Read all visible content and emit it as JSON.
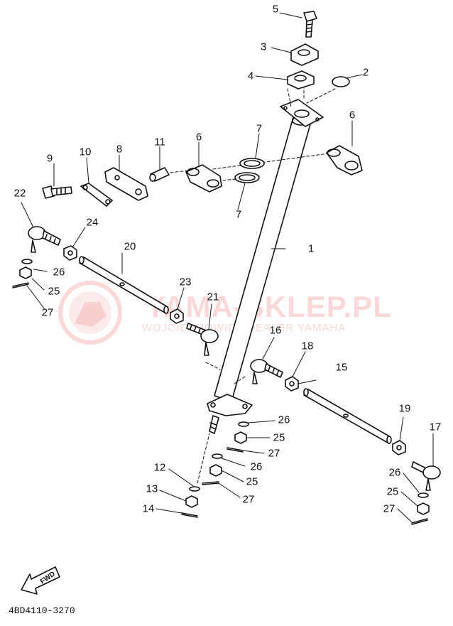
{
  "diagram": {
    "part_number": "4BD4110-3270",
    "fwd_label": "FWD",
    "watermark": {
      "main": "YAMA-SKLEP.PL",
      "sub": "WOJCIECHOWICZ DEALER YAMAHA"
    },
    "colors": {
      "line": "#111111",
      "watermark": "#e02828"
    },
    "callouts": [
      "1",
      "2",
      "3",
      "4",
      "5",
      "6",
      "6",
      "7",
      "7",
      "8",
      "9",
      "10",
      "11",
      "12",
      "13",
      "14",
      "15",
      "16",
      "17",
      "18",
      "19",
      "20",
      "21",
      "22",
      "23",
      "24",
      "25",
      "25",
      "25",
      "25",
      "26",
      "26",
      "26",
      "26",
      "27",
      "27",
      "27",
      "27"
    ]
  }
}
